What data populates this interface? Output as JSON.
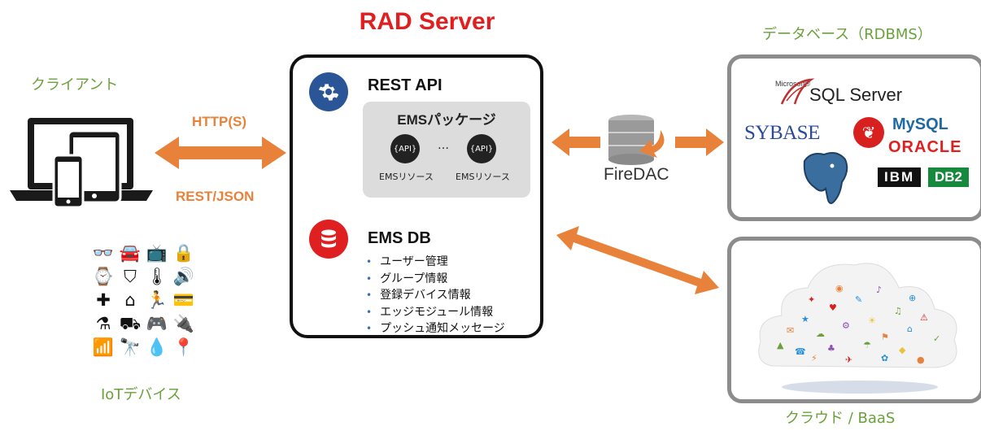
{
  "title": "RAD Server",
  "client": {
    "label": "クライアント"
  },
  "iot": {
    "label": "IoTデバイス",
    "icons": [
      "glasses-icon",
      "car-icon",
      "tv-icon",
      "lock-icon",
      "watch-icon",
      "shield-icon",
      "thermometer-icon",
      "speaker-icon",
      "medical-cross-icon",
      "home-icon",
      "runner-icon",
      "card-icon",
      "flask-icon",
      "forklift-icon",
      "gamepad-icon",
      "plug-icon",
      "signal-icon",
      "telescope-icon",
      "drop-icon",
      "pin-icon"
    ]
  },
  "protocols": {
    "http": "HTTP(S)",
    "rest": "REST/JSON"
  },
  "rest_api": {
    "title": "REST API",
    "package": {
      "title": "EMSパッケージ",
      "api_badge": "{API}",
      "ellipsis": "…",
      "resource_label": "EMSリソース"
    }
  },
  "ems_db": {
    "title": "EMS DB",
    "items": [
      "ユーザー管理",
      "グループ情報",
      "登録デバイス情報",
      "エッジモジュール情報",
      "プッシュ通知メッセージ"
    ]
  },
  "firedac": {
    "label": "FireDAC"
  },
  "database": {
    "label": "データベース（RDBMS）",
    "logos": {
      "sqlserver_brand": "Microsoft®",
      "sqlserver": "SQL Server",
      "sybase": "SYBASE",
      "mysql": "MySQL",
      "oracle": "ORACLE",
      "ibm": "IBM",
      "db2": "DB2"
    }
  },
  "cloud": {
    "label": "クラウド / BaaS"
  },
  "colors": {
    "accent_red": "#e02020",
    "green": "#6aa13c",
    "orange": "#e8823a",
    "blue": "#2a5597"
  }
}
